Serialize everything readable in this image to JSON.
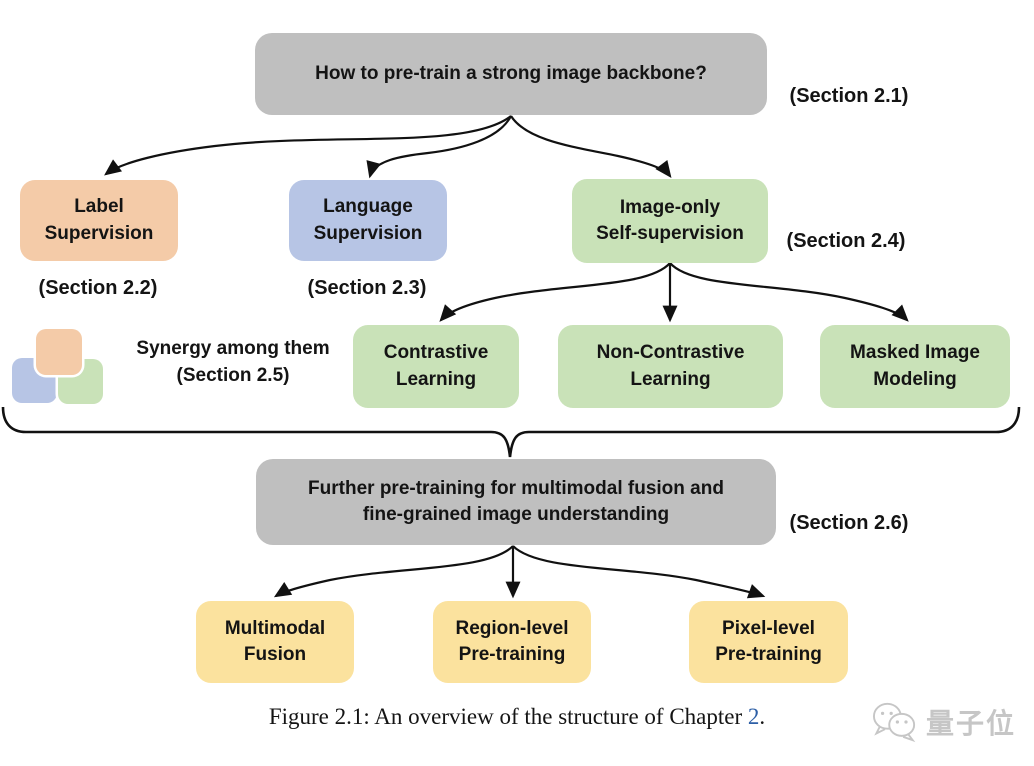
{
  "colors": {
    "gray": "#bfbfbf",
    "orange": "#f4cba8",
    "blue": "#b7c5e5",
    "green": "#c9e2b8",
    "yellow": "#fbe29e",
    "line": "#111111",
    "link": "#2d5fa6",
    "watermark": "#c6c6c6"
  },
  "root_box": {
    "label": "How to pre-train a strong image backbone?",
    "section": "(Section 2.1)"
  },
  "level2": {
    "label_supervision": {
      "label": "Label\nSupervision",
      "section": "(Section 2.2)"
    },
    "language_supervision": {
      "label": "Language\nSupervision",
      "section": "(Section 2.3)"
    },
    "image_only": {
      "label": "Image-only\nSelf-supervision",
      "section": "(Section 2.4)"
    }
  },
  "synergy": {
    "label": "Synergy among them\n(Section 2.5)"
  },
  "level3": {
    "contrastive": {
      "label": "Contrastive\nLearning"
    },
    "non_contrastive": {
      "label": "Non-Contrastive\nLearning"
    },
    "masked": {
      "label": "Masked Image\nModeling"
    }
  },
  "fusion_box": {
    "label": "Further pre-training for multimodal fusion and\nfine-grained image understanding",
    "section": "(Section 2.6)"
  },
  "level4": {
    "multimodal_fusion": {
      "label": "Multimodal\nFusion"
    },
    "region_level": {
      "label": "Region-level\nPre-training"
    },
    "pixel_level": {
      "label": "Pixel-level\nPre-training"
    }
  },
  "caption": {
    "prefix": "Figure 2.1: An overview of the structure of Chapter ",
    "chapter_link": "2",
    "suffix": "."
  },
  "watermark": {
    "text": "量子位"
  }
}
